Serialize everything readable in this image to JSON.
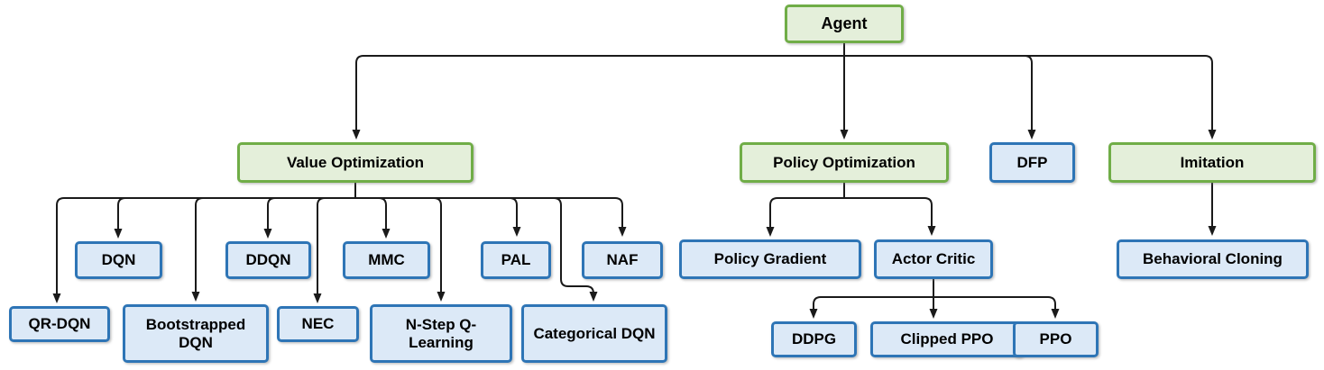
{
  "diagram": {
    "type": "tree",
    "description": "Reinforcement learning agent algorithm hierarchy",
    "colors": {
      "category_fill": "#E4EFDA",
      "category_border": "#70AD47",
      "algorithm_fill": "#DCE9F7",
      "algorithm_border": "#2E75B6",
      "connector": "#1A1A1A",
      "text": "#000000",
      "background": "#FFFFFF"
    },
    "nodes": {
      "agent": {
        "label": "Agent",
        "type": "category"
      },
      "value_optimization": {
        "label": "Value Optimization",
        "type": "category"
      },
      "policy_optimization": {
        "label": "Policy Optimization",
        "type": "category"
      },
      "dfp": {
        "label": "DFP",
        "type": "algorithm"
      },
      "imitation": {
        "label": "Imitation",
        "type": "category"
      },
      "dqn": {
        "label": "DQN",
        "type": "algorithm"
      },
      "ddqn": {
        "label": "DDQN",
        "type": "algorithm"
      },
      "mmc": {
        "label": "MMC",
        "type": "algorithm"
      },
      "pal": {
        "label": "PAL",
        "type": "algorithm"
      },
      "naf": {
        "label": "NAF",
        "type": "algorithm"
      },
      "qr_dqn": {
        "label": "QR-DQN",
        "type": "algorithm"
      },
      "bootstrapped_dqn": {
        "label": "Bootstrapped DQN",
        "type": "algorithm"
      },
      "nec": {
        "label": "NEC",
        "type": "algorithm"
      },
      "n_step_q_learning": {
        "label": "N-Step Q-Learning",
        "type": "algorithm"
      },
      "categorical_dqn": {
        "label": "Categorical DQN",
        "type": "algorithm"
      },
      "policy_gradient": {
        "label": "Policy Gradient",
        "type": "algorithm"
      },
      "actor_critic": {
        "label": "Actor Critic",
        "type": "algorithm"
      },
      "ddpg": {
        "label": "DDPG",
        "type": "algorithm"
      },
      "clipped_ppo": {
        "label": "Clipped PPO",
        "type": "algorithm"
      },
      "ppo": {
        "label": "PPO",
        "type": "algorithm"
      },
      "behavioral_cloning": {
        "label": "Behavioral Cloning",
        "type": "algorithm"
      }
    },
    "edges": [
      [
        "agent",
        "value_optimization"
      ],
      [
        "agent",
        "policy_optimization"
      ],
      [
        "agent",
        "dfp"
      ],
      [
        "agent",
        "imitation"
      ],
      [
        "value_optimization",
        "dqn"
      ],
      [
        "value_optimization",
        "ddqn"
      ],
      [
        "value_optimization",
        "mmc"
      ],
      [
        "value_optimization",
        "pal"
      ],
      [
        "value_optimization",
        "naf"
      ],
      [
        "value_optimization",
        "qr_dqn"
      ],
      [
        "value_optimization",
        "bootstrapped_dqn"
      ],
      [
        "value_optimization",
        "nec"
      ],
      [
        "value_optimization",
        "n_step_q_learning"
      ],
      [
        "value_optimization",
        "categorical_dqn"
      ],
      [
        "policy_optimization",
        "policy_gradient"
      ],
      [
        "policy_optimization",
        "actor_critic"
      ],
      [
        "actor_critic",
        "ddpg"
      ],
      [
        "actor_critic",
        "clipped_ppo"
      ],
      [
        "actor_critic",
        "ppo"
      ],
      [
        "imitation",
        "behavioral_cloning"
      ]
    ]
  }
}
